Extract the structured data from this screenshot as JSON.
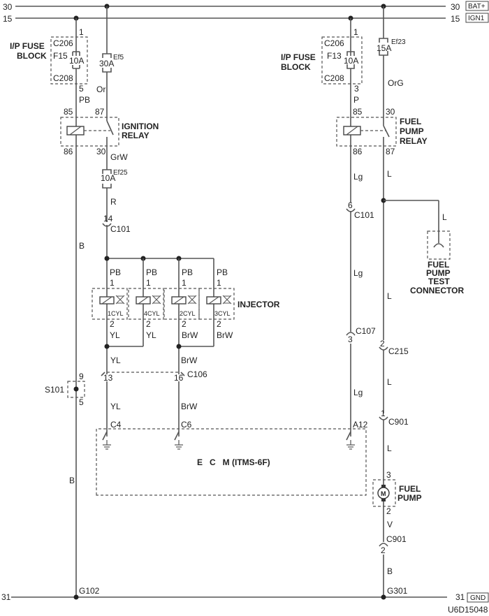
{
  "diagram_id": "U6D15048",
  "buses": {
    "b30": {
      "num": "30",
      "tag": "BAT+"
    },
    "b15": {
      "num": "15",
      "tag": "IGN1"
    },
    "b31": {
      "num": "31",
      "tag": "GND"
    }
  },
  "ip_fuse_block_left": {
    "label_l1": "I/P FUSE",
    "label_l2": "BLOCK",
    "pin_top": "1",
    "conn_top": "C206",
    "fuse": "F15",
    "rating": "10A",
    "conn_bottom": "C208",
    "pin_bottom": "5"
  },
  "ip_fuse_block_right": {
    "label_l1": "I/P FUSE",
    "label_l2": "BLOCK",
    "pin_top": "1",
    "conn_top": "C206",
    "fuse": "F13",
    "rating": "10A",
    "conn_bottom": "C208",
    "pin_bottom": "3"
  },
  "fuse_ef5": {
    "name": "Ef5",
    "rating": "30A"
  },
  "fuse_ef23": {
    "name": "Ef23",
    "rating": "15A"
  },
  "fuse_ef25": {
    "name": "Ef25",
    "rating": "10A"
  },
  "ignition_relay": {
    "label_l1": "IGNITION",
    "label_l2": "RELAY",
    "p85": "85",
    "p87": "87",
    "p86": "86",
    "p30": "30"
  },
  "fuel_pump_relay": {
    "label_l1": "FUEL",
    "label_l2": "PUMP",
    "label_l3": "RELAY",
    "p85": "85",
    "p30": "30",
    "p86": "86",
    "p87": "87"
  },
  "wires": {
    "or": "Or",
    "pb": "PB",
    "grw": "GrW",
    "r": "R",
    "b_left": "B",
    "b_left2": "B",
    "p": "P",
    "org": "OrG",
    "lg1": "Lg",
    "lg2": "Lg",
    "lg3": "Lg",
    "l1": "L",
    "l2": "L",
    "l3": "L",
    "l4": "L",
    "l5": "L",
    "v": "V",
    "b_right": "B",
    "yl_a": "YL",
    "brw_a": "BrW",
    "yl_b": "YL",
    "brw_b": "BrW"
  },
  "connectors": {
    "c101_left": {
      "pin": "14",
      "name": "C101"
    },
    "c101_right": {
      "pin": "6",
      "name": "C101"
    },
    "c107": {
      "pin": "3",
      "name": "C107"
    },
    "c215": {
      "pin": "2",
      "name": "C215"
    },
    "c901_a": {
      "pin": "1",
      "name": "C901"
    },
    "c901_b": {
      "pin": "2",
      "name": "C901"
    },
    "c106": {
      "pin_a": "13",
      "pin_b": "16",
      "name": "C106"
    }
  },
  "injector": {
    "label": "INJECTOR",
    "items": [
      {
        "cyl": "1CYL",
        "pin_top": "1",
        "pin_bot": "2",
        "wire_top": "PB",
        "wire_bot": "YL"
      },
      {
        "cyl": "4CYL",
        "pin_top": "1",
        "pin_bot": "2",
        "wire_top": "PB",
        "wire_bot": "YL"
      },
      {
        "cyl": "2CYL",
        "pin_top": "1",
        "pin_bot": "2",
        "wire_top": "PB",
        "wire_bot": "BrW"
      },
      {
        "cyl": "3CYL",
        "pin_top": "1",
        "pin_bot": "2",
        "wire_top": "PB",
        "wire_bot": "BrW"
      }
    ]
  },
  "splice": {
    "name": "S101",
    "pin_top": "9",
    "pin_bot": "5"
  },
  "ecm": {
    "label": "E   C   M (ITMS-6F)",
    "pin_c4": "C4",
    "pin_c6": "C6",
    "pin_a12": "A12"
  },
  "test_connector": {
    "l1": "FUEL",
    "l2": "PUMP",
    "l3": "TEST",
    "l4": "CONNECTOR"
  },
  "fuel_pump": {
    "l1": "FUEL",
    "l2": "PUMP",
    "motor": "M",
    "pin_top": "3",
    "pin_bot": "2"
  },
  "grounds": {
    "g102": "G102",
    "g301": "G301"
  }
}
